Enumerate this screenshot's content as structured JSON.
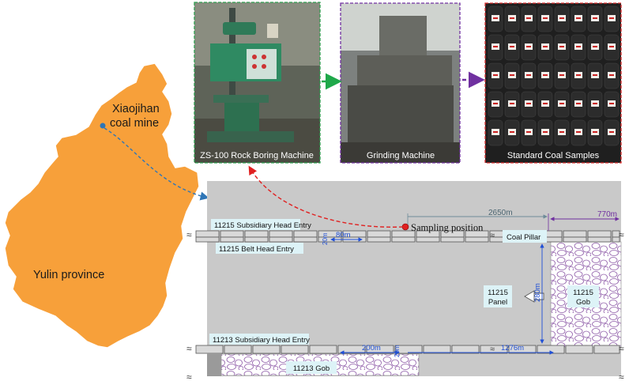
{
  "colors": {
    "province_fill": "#F7A03A",
    "mine_dot": "#2E75B6",
    "panel_gray": "#C9C9C9",
    "label_box": "#DDF3F7",
    "dim_blue": "#1F4FD6",
    "dim_gray": "#6E8C99",
    "dim_purple": "#7030A0",
    "gob_circles": "#8E5BA8",
    "arrow_red": "#E02020",
    "arrow_green": "#1FA84A",
    "arrow_purple": "#7030A0",
    "frame_green": "#2E9E4F",
    "frame_purple": "#7030A0",
    "frame_red": "#D62E2E"
  },
  "map": {
    "mine_label_line1": "Xiaojihan",
    "mine_label_line2": "coal mine",
    "province_label": "Yulin province"
  },
  "photos": [
    {
      "caption": "ZS-100 Rock Boring Machine",
      "icon": "rock-boring-machine-photo"
    },
    {
      "caption": "Grinding Machine",
      "icon": "grinding-machine-photo"
    },
    {
      "caption": "Standard Coal Samples",
      "icon": "coal-samples-photo"
    }
  ],
  "plan": {
    "sampling_label": "Sampling position",
    "coal_pillar_label": "Coal Pillar",
    "panel_label_line1": "11215",
    "panel_label_line2": "Panel",
    "gob_right_line1": "11215",
    "gob_right_line2": "Gob",
    "gob_bottom": "11213 Gob",
    "entries": {
      "subsidiary_top": "11215 Subsidiary Head Entry",
      "belt": "11215 Belt Head Entry",
      "subsidiary_bottom": "11213 Subsidiary Head Entry"
    },
    "dimensions": {
      "d2650": "2650m",
      "d770": "770m",
      "d80": "80m",
      "d20_top": "20m",
      "d280": "280m",
      "d200": "200m",
      "d20_bottom": "20m",
      "d1276": "1276m"
    }
  }
}
